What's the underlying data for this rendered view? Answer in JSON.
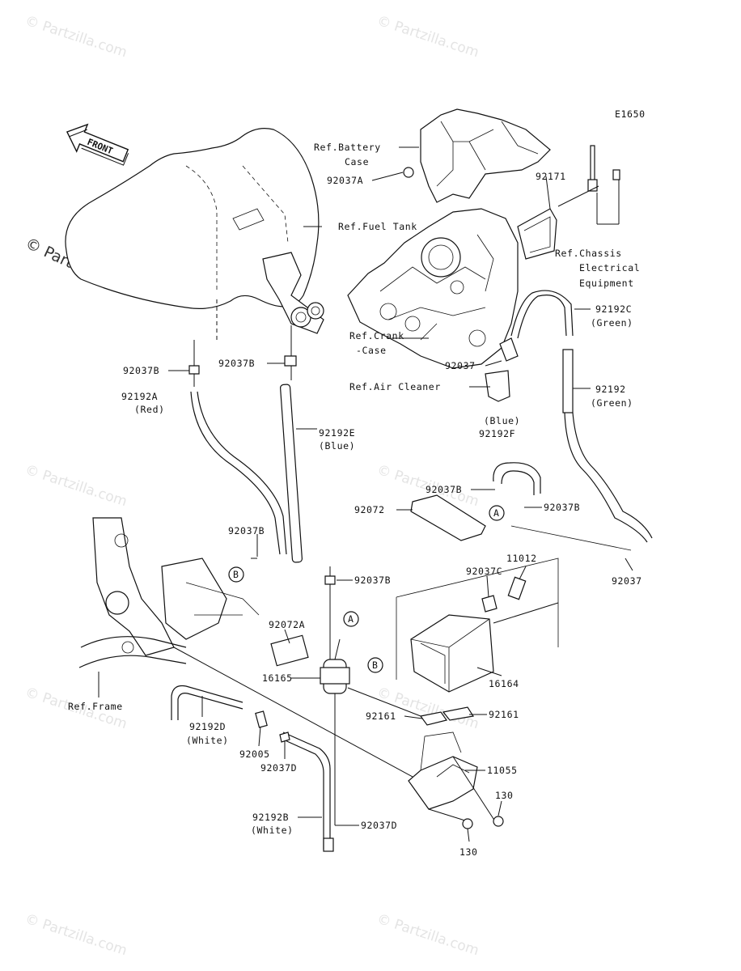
{
  "diagram_id": "E1650",
  "front_arrow": "FRONT",
  "watermark_main": "© Partzilla.com",
  "watermark_faint": "© Partzilla.com",
  "labels": {
    "ref_battery_1": "Ref.Battery",
    "ref_battery_2": "Case",
    "p92037A": "92037A",
    "p92171": "92171",
    "ref_fuel_tank": "Ref.Fuel Tank",
    "ref_chassis_1": "Ref.Chassis",
    "ref_chassis_2": "Electrical",
    "ref_chassis_3": "Equipment",
    "ref_crank_1": "Ref.Crank",
    "ref_crank_2": "-Case",
    "p92192C": "92192C",
    "p92192C_color": "(Green)",
    "p92037_a": "92037",
    "ref_air_cleaner": "Ref.Air Cleaner",
    "p92037B_1": "92037B",
    "p92037B_2": "92037B",
    "p92192A": "92192A",
    "p92192A_color": "(Red)",
    "p92192E": "92192E",
    "p92192E_color": "(Blue)",
    "p92192": "92192",
    "p92192_color": "(Green)",
    "p92192F_color": "(Blue)",
    "p92192F": "92192F",
    "p92037B_3": "92037B",
    "p92037B_4": "92037B",
    "p92072": "92072",
    "callout_A": "A",
    "callout_B": "B",
    "p92037B_5": "92037B",
    "p11012": "11012",
    "p92037C": "92037C",
    "p92037_b": "92037",
    "p92037B_6": "92037B",
    "p92072A": "92072A",
    "p16165": "16165",
    "p16164": "16164",
    "ref_frame": "Ref.Frame",
    "p92161_1": "92161",
    "p92161_2": "92161",
    "p92192D": "92192D",
    "p92192D_color": "(White)",
    "p92005": "92005",
    "p92037D_1": "92037D",
    "p11055": "11055",
    "p130_1": "130",
    "p92192B": "92192B",
    "p92192B_color": "(White)",
    "p92037D_2": "92037D",
    "p130_2": "130"
  }
}
